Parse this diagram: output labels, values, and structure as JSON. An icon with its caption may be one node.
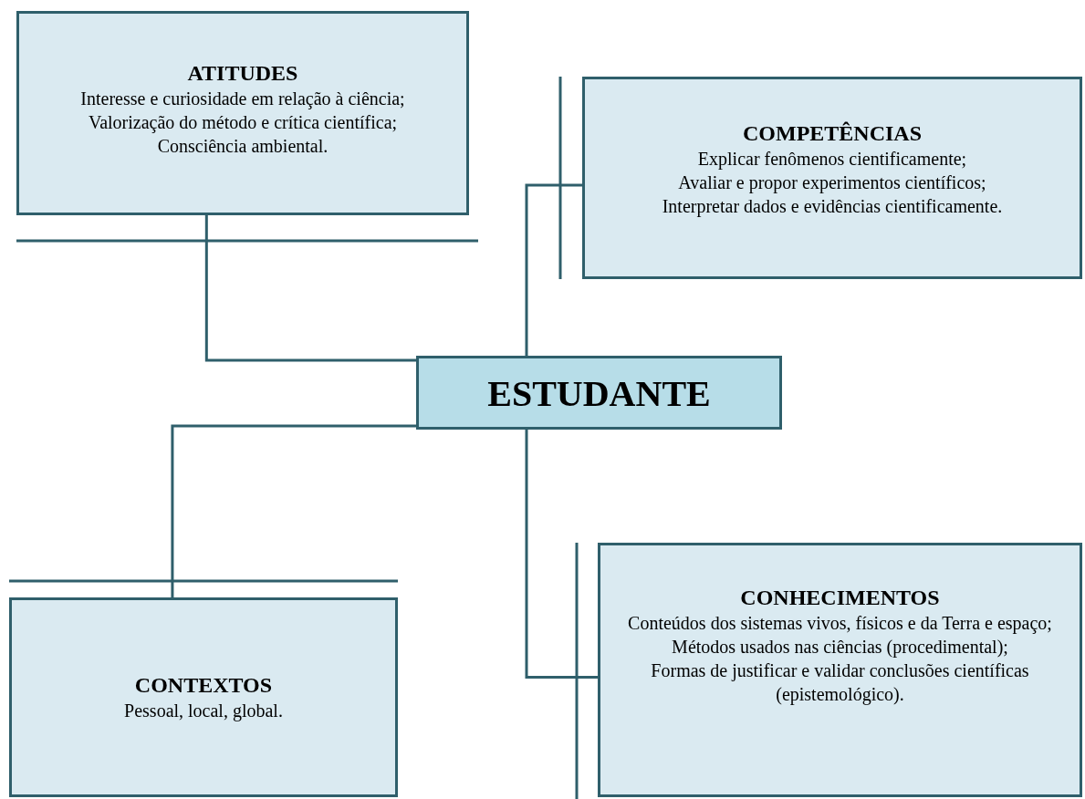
{
  "diagram": {
    "nodes": [
      {
        "text": [
          "ATITUDES",
          "Interesse e curiosidade em relação à ciência;",
          "Valorização do método e crítica científica;",
          "Consciência ambiental."
        ]
      },
      {
        "text": [
          "COMPETÊNCIAS",
          "Explicar fenômenos cientificamente;",
          "Avaliar e propor experimentos científicos;",
          "Interpretar dados e evidências cientificamente."
        ]
      },
      {
        "text": [
          "ESTUDANTE"
        ]
      },
      {
        "text": [
          "CONTEXTOS",
          "Pessoal, local, global."
        ]
      },
      {
        "text": [
          "CONHECIMENTOS",
          "Conteúdos dos sistemas vivos, físicos e da Terra e espaço;",
          "Métodos usados nas ciências (procedimental);",
          "Formas de justificar e validar conclusões científicas (epistemológico)."
        ]
      }
    ],
    "edges": [
      {
        "from": 2,
        "to": 0,
        "arrow": "none"
      },
      {
        "from": 2,
        "to": 1,
        "arrow": "none"
      },
      {
        "from": 2,
        "to": 3,
        "arrow": "none"
      },
      {
        "from": 2,
        "to": 4,
        "arrow": "none"
      }
    ]
  }
}
